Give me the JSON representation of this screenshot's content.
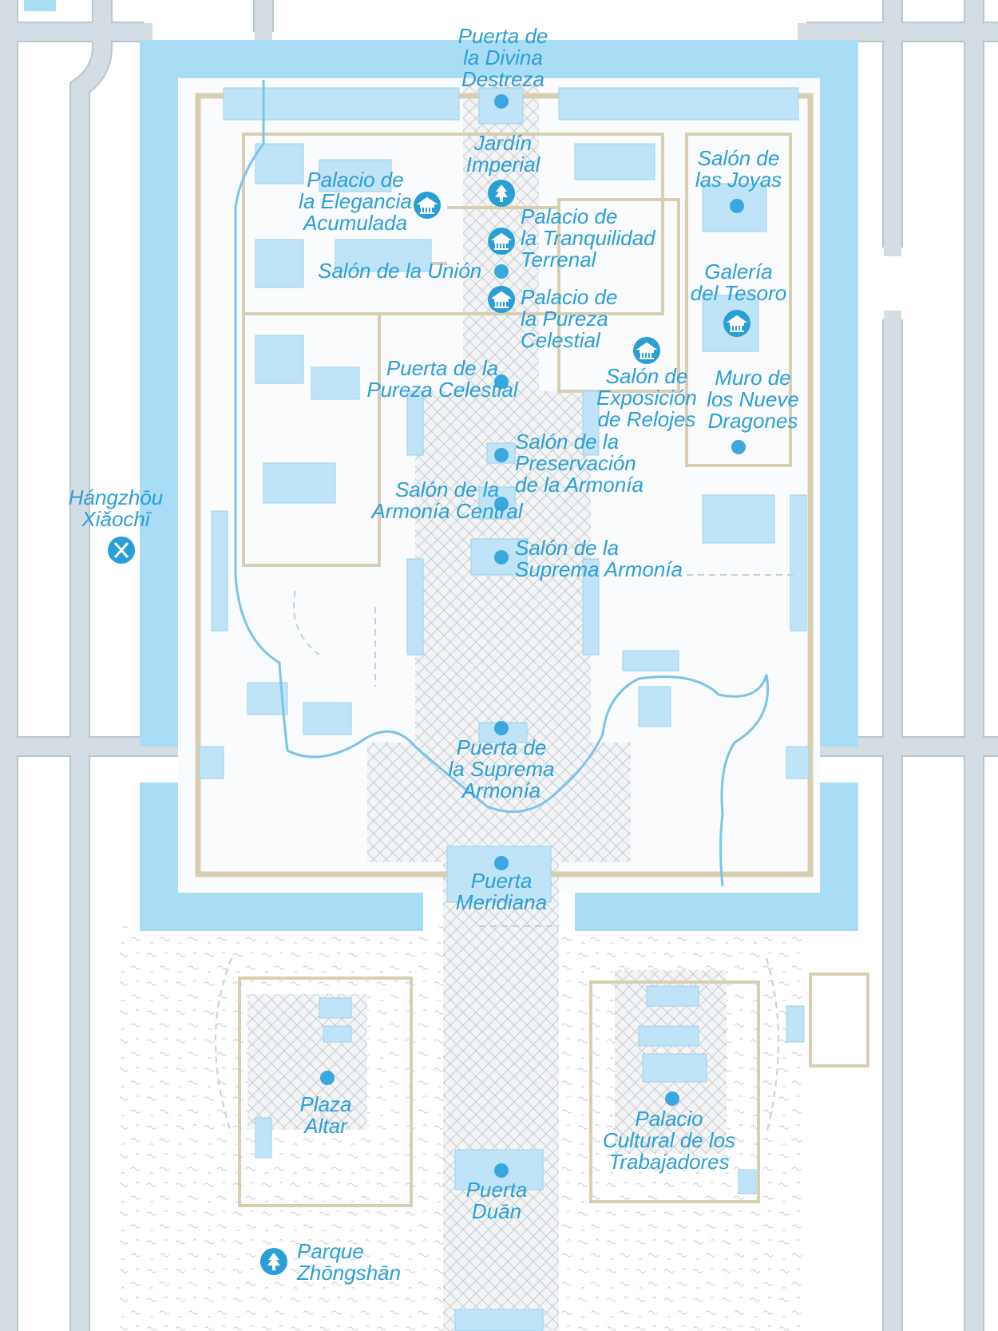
{
  "map": {
    "colors": {
      "water": "#a9dcf5",
      "building": "#bfe4f7",
      "wall": "#d8cfb3",
      "label": "#2a9fd6",
      "marker": "#3aa8de"
    },
    "labels": {
      "puerta_divina_destreza": [
        "Puerta de",
        "la Divina",
        "Destreza"
      ],
      "jardin_imperial": [
        "Jardín",
        "Imperial"
      ],
      "palacio_elegancia": [
        "Palacio de",
        "la Elegancia",
        "Acumulada"
      ],
      "salon_joyas": [
        "Salón de",
        "las Joyas"
      ],
      "palacio_tranquilidad": [
        "Palacio de",
        "la Tranquilidad",
        "Terrenal"
      ],
      "salon_union": [
        "Salón de la Unión"
      ],
      "galeria_tesoro": [
        "Galería",
        "del Tesoro"
      ],
      "palacio_pureza": [
        "Palacio de",
        "la Pureza",
        "Celestial"
      ],
      "salon_relojes": [
        "Salón de",
        "Exposición",
        "de Relojes"
      ],
      "puerta_pureza": [
        "Puerta de la",
        "Pureza Celestial"
      ],
      "muro_dragones": [
        "Muro de",
        "los Nueve",
        "Dragones"
      ],
      "salon_preservacion": [
        "Salón de la",
        "Preservación",
        "de la Armonía"
      ],
      "salon_central": [
        "Salón de la",
        "Armonía Central"
      ],
      "salon_suprema": [
        "Salón de la",
        "Suprema Armonía"
      ],
      "hangzhou": [
        "Hángzhōu",
        "Xiǎochī"
      ],
      "puerta_suprema": [
        "Puerta de",
        "la Suprema",
        "Armonía"
      ],
      "puerta_meridiana": [
        "Puerta",
        "Meridiana"
      ],
      "plaza_altar": [
        "Plaza",
        "Altar"
      ],
      "palacio_cultural": [
        "Palacio",
        "Cultural de los",
        "Trabajadores"
      ],
      "puerta_duan": [
        "Puerta",
        "Duān"
      ],
      "parque_zhongshan": [
        "Parque",
        "Zhōngshān"
      ]
    },
    "icons": {
      "museum": "museum-icon",
      "park": "tree-icon",
      "restaurant": "restaurant-icon",
      "point": "point-marker"
    }
  }
}
